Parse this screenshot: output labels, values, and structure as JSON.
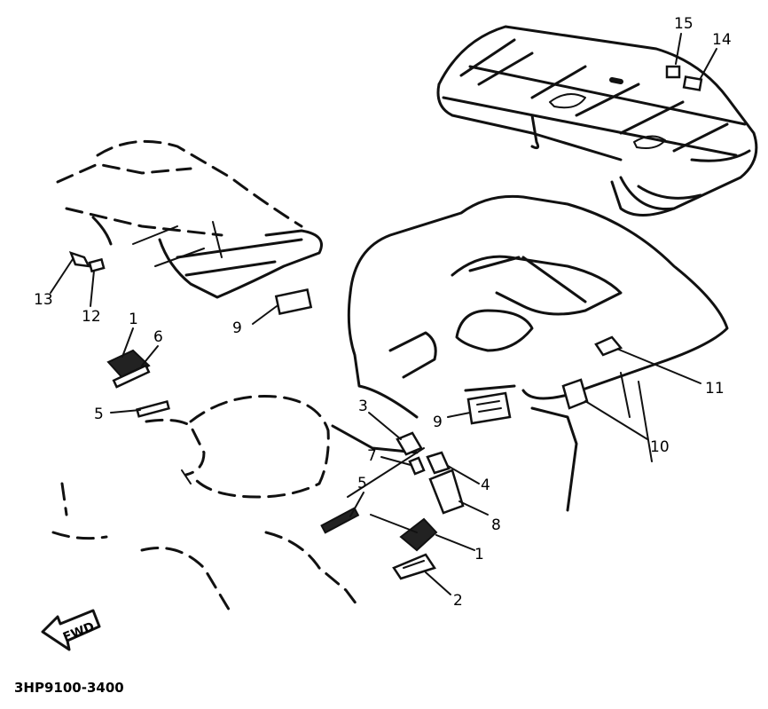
{
  "diagram": {
    "part_code": "3HP9100-3400",
    "direction_arrow": "FWD",
    "callouts": [
      "15",
      "14",
      "13",
      "12",
      "1",
      "6",
      "9",
      "5",
      "3",
      "9",
      "11",
      "7",
      "4",
      "10",
      "5",
      "8",
      "1",
      "2"
    ]
  }
}
